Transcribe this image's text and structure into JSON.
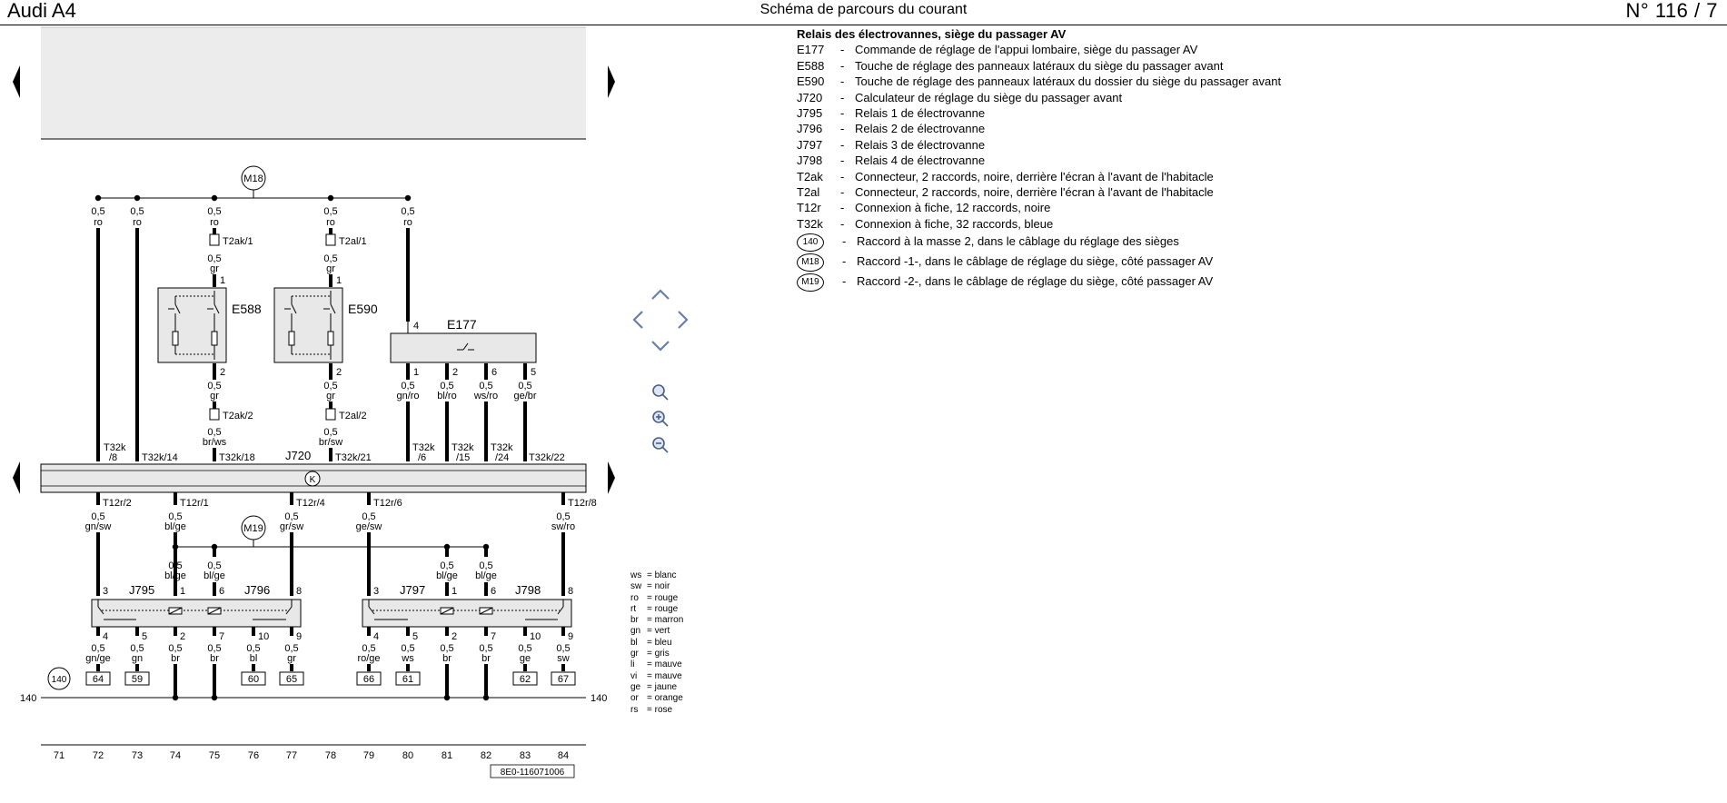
{
  "header": {
    "model": "Audi A4",
    "title": "Schéma de parcours du courant",
    "page": "N°  116 / 7"
  },
  "legend": {
    "title": "Relais des électrovannes, siège du passager AV",
    "items": [
      {
        "code": "E177",
        "desc": "Commande de réglage de l'appui lombaire, siège du passager AV"
      },
      {
        "code": "E588",
        "desc": "Touche de réglage des panneaux latéraux du siège du passager avant"
      },
      {
        "code": "E590",
        "desc": "Touche de réglage des panneaux latéraux du dossier du siège du passager avant"
      },
      {
        "code": "J720",
        "desc": "Calculateur de réglage du siège du passager avant"
      },
      {
        "code": "J795",
        "desc": "Relais 1 de électrovanne"
      },
      {
        "code": "J796",
        "desc": "Relais 2 de électrovanne"
      },
      {
        "code": "J797",
        "desc": "Relais 3 de électrovanne"
      },
      {
        "code": "J798",
        "desc": "Relais 4 de électrovanne"
      },
      {
        "code": "T2ak",
        "desc": "Connecteur, 2 raccords, noire, derrière l'écran à l'avant de l'habitacle"
      },
      {
        "code": "T2al",
        "desc": "Connecteur, 2 raccords, noire, derrière l'écran à l'avant de l'habitacle"
      },
      {
        "code": "T12r",
        "desc": "Connexion à fiche, 12 raccords, noire"
      },
      {
        "code": "T32k",
        "desc": "Connexion à fiche, 32 raccords, bleue"
      }
    ],
    "masses": [
      {
        "code": "140",
        "desc": "Raccord à la masse 2, dans le câblage du réglage des sièges"
      },
      {
        "code": "M18",
        "desc": "Raccord -1-, dans le câblage de réglage du siège, côté passager AV"
      },
      {
        "code": "M19",
        "desc": "Raccord -2-, dans le câblage de réglage du siège, côté passager AV"
      }
    ]
  },
  "colors": [
    {
      "ab": "ws",
      "name": "blanc"
    },
    {
      "ab": "sw",
      "name": "noir"
    },
    {
      "ab": "ro",
      "name": "rouge"
    },
    {
      "ab": "rt",
      "name": "rouge"
    },
    {
      "ab": "br",
      "name": "marron"
    },
    {
      "ab": "gn",
      "name": "vert"
    },
    {
      "ab": "bl",
      "name": "bleu"
    },
    {
      "ab": "gr",
      "name": "gris"
    },
    {
      "ab": "li",
      "name": "mauve"
    },
    {
      "ab": "vi",
      "name": "mauve"
    },
    {
      "ab": "ge",
      "name": "jaune"
    },
    {
      "ab": "or",
      "name": "orange"
    },
    {
      "ab": "rs",
      "name": "rose"
    }
  ],
  "diagram": {
    "ref": "8E0-116071006",
    "ground_label": "140",
    "columns": [
      "71",
      "72",
      "73",
      "74",
      "75",
      "76",
      "77",
      "78",
      "79",
      "80",
      "81",
      "82",
      "83",
      "84"
    ],
    "components": {
      "e588": "E588",
      "e590": "E590",
      "e177": "E177",
      "j720": "J720",
      "j795": "J795",
      "j796": "J796",
      "j797": "J797",
      "j798": "J798",
      "m18": "M18",
      "m19": "M19",
      "g140": "140"
    },
    "top_wires": [
      {
        "size": "0,5",
        "color": "ro"
      },
      {
        "size": "0,5",
        "color": "ro"
      },
      {
        "size": "0,5",
        "color": "ro"
      },
      {
        "size": "0,5",
        "color": "ro"
      },
      {
        "size": "0,5",
        "color": "ro"
      }
    ],
    "connectors": {
      "t2ak1": "T2ak/1",
      "t2al1": "T2al/1",
      "t2ak2": "T2ak/2",
      "t2al2": "T2al/2",
      "t32k8a": "T32k",
      "t32k8b": "/8",
      "t32k14": "T32k/14",
      "t32k18": "T32k/18",
      "t32k21": "T32k/21",
      "t32k6a": "T32k",
      "t32k6b": "/6",
      "t32k15a": "T32k",
      "t32k15b": "/15",
      "t32k24a": "T32k",
      "t32k24b": "/24",
      "t32k22": "T32k/22",
      "t12r2": "T12r/2",
      "t12r1": "T12r/1",
      "t12r4": "T12r/4",
      "t12r6": "T12r/6",
      "t12r8": "T12r/8"
    },
    "mid_wires": {
      "e588_in": {
        "size": "0,5",
        "color": "gr"
      },
      "e590_in": {
        "size": "0,5",
        "color": "gr"
      },
      "e588_out": {
        "size": "0,5",
        "color": "gr"
      },
      "e590_out": {
        "size": "0,5",
        "color": "gr"
      },
      "e588_low": {
        "size": "0,5",
        "color": "br/ws"
      },
      "e590_low": {
        "size": "0,5",
        "color": "br/sw"
      },
      "e177_1": {
        "size": "0,5",
        "color": "gn/ro"
      },
      "e177_2": {
        "size": "0,5",
        "color": "bl/ro"
      },
      "e177_6": {
        "size": "0,5",
        "color": "ws/ro"
      },
      "e177_5": {
        "size": "0,5",
        "color": "ge/br"
      }
    },
    "t12r_wires": [
      {
        "size": "0,5",
        "color": "gn/sw"
      },
      {
        "size": "0,5",
        "color": "bl/ge"
      },
      {
        "size": "0,5",
        "color": "gr/sw"
      },
      {
        "size": "0,5",
        "color": "ge/sw"
      },
      {
        "size": "0,5",
        "color": "sw/ro"
      }
    ],
    "m19_wires": [
      {
        "size": "0,5",
        "color": "bl/ge"
      },
      {
        "size": "0,5",
        "color": "bl/ge"
      },
      {
        "size": "0,5",
        "color": "bl/ge"
      },
      {
        "size": "0,5",
        "color": "bl/ge"
      }
    ],
    "relay_pins_top": [
      "3",
      "1",
      "6",
      "8",
      "3",
      "1",
      "6",
      "8"
    ],
    "relay_pins_bottom": [
      "4",
      "5",
      "2",
      "7",
      "10",
      "9",
      "4",
      "5",
      "2",
      "7",
      "10",
      "9"
    ],
    "bottom_wires": [
      {
        "size": "0,5",
        "color": "gn/ge"
      },
      {
        "size": "0,5",
        "color": "gn"
      },
      {
        "size": "0,5",
        "color": "br"
      },
      {
        "size": "0,5",
        "color": "br"
      },
      {
        "size": "0,5",
        "color": "bl"
      },
      {
        "size": "0,5",
        "color": "gr"
      },
      {
        "size": "0,5",
        "color": "ro/ge"
      },
      {
        "size": "0,5",
        "color": "ws"
      },
      {
        "size": "0,5",
        "color": "br"
      },
      {
        "size": "0,5",
        "color": "br"
      },
      {
        "size": "0,5",
        "color": "ge"
      },
      {
        "size": "0,5",
        "color": "sw"
      }
    ],
    "bottom_boxes": [
      "64",
      "59",
      "60",
      "65",
      "66",
      "61",
      "62",
      "67"
    ],
    "pins": {
      "e588_1": "1",
      "e590_1": "1",
      "e588_2": "2",
      "e590_2": "2",
      "e177_4": "4",
      "e177_p1": "1",
      "e177_p2": "2",
      "e177_p6": "6",
      "e177_p5": "5"
    }
  }
}
